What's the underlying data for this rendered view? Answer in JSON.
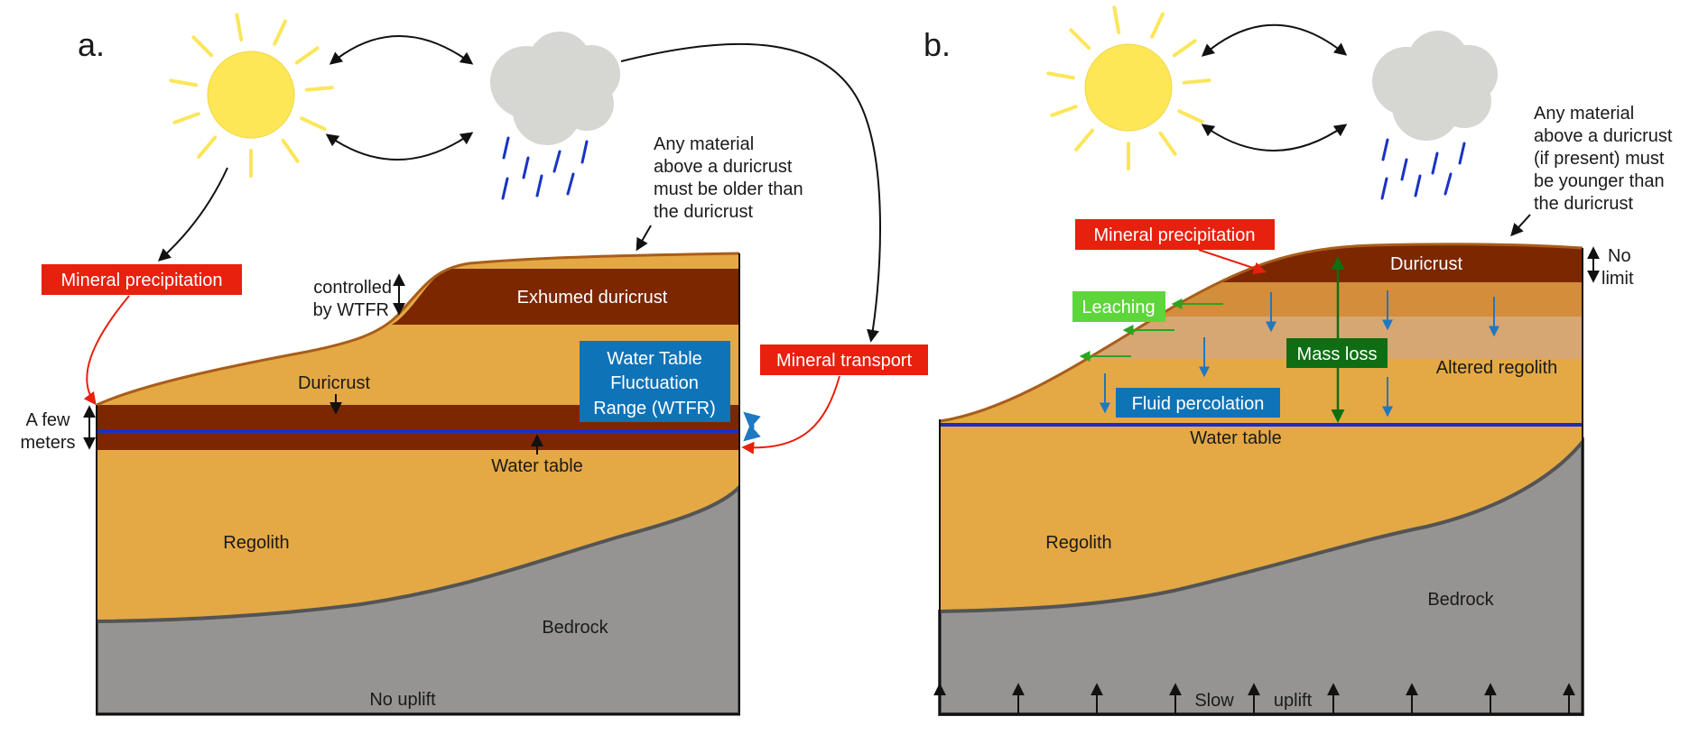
{
  "colors": {
    "regolith": "#e4a945",
    "duricrust": "#7c2700",
    "surface_line": "#a95d1a",
    "bedrock": "#959493",
    "bedrock_line": "#545454",
    "water_table": "#1b2fc0",
    "altered_1": "#d48d3a",
    "altered_2": "#d6a772",
    "sun": "#fde756",
    "cloud": "#d6d6d3",
    "red_label": "#e8200e",
    "blue_label": "#0f73b8",
    "light_green_label": "#5dd63a",
    "dark_green_label": "#0f6e14",
    "green_arrow": "#2aa51f",
    "blue_arrow": "#1f78c2"
  },
  "panel_a": {
    "letter": "a.",
    "mineral_precipitation": "Mineral precipitation",
    "mineral_transport": "Mineral transport",
    "note_lines": [
      "Any material",
      "above a duricrust",
      "must be older than",
      "the duricrust"
    ],
    "controlled_lines": [
      "controlled",
      "by WTFR"
    ],
    "exhumed_duricrust": "Exhumed duricrust",
    "wtfr_lines": [
      "Water Table",
      "Fluctuation",
      "Range (WTFR)"
    ],
    "duricrust": "Duricrust",
    "few_meters_lines": [
      "A few",
      "meters"
    ],
    "water_table": "Water table",
    "regolith": "Regolith",
    "bedrock": "Bedrock",
    "uplift": "No uplift"
  },
  "panel_b": {
    "letter": "b.",
    "mineral_precipitation": "Mineral precipitation",
    "leaching": "Leaching",
    "mass_loss": "Mass loss",
    "fluid_percolation": "Fluid percolation",
    "note_lines": [
      "Any material",
      "above a duricrust",
      "(if present) must",
      "be younger than",
      "the duricrust"
    ],
    "duricrust": "Duricrust",
    "no_limit_lines": [
      "No",
      "limit"
    ],
    "altered_regolith": "Altered regolith",
    "water_table": "Water table",
    "regolith": "Regolith",
    "bedrock": "Bedrock",
    "uplift_words": [
      "Slow",
      "uplift"
    ]
  }
}
